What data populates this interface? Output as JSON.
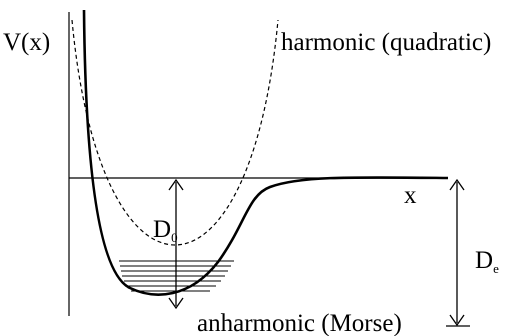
{
  "labels": {
    "y_axis": "V(x)",
    "harmonic": "harmonic (quadratic)",
    "x_axis": "x",
    "d0_main": "D",
    "d0_sub": "0",
    "de_main": "D",
    "de_sub": "e",
    "anharmonic": "anharmonic (Morse)"
  },
  "colors": {
    "ink": "#000000",
    "background": "#ffffff"
  },
  "energy_levels": {
    "count": 7
  }
}
